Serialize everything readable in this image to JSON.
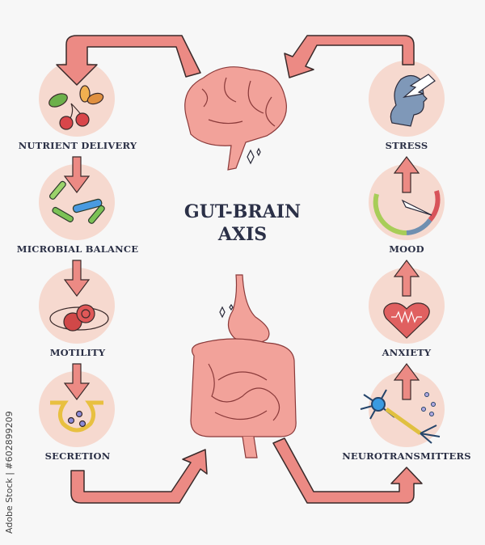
{
  "title": {
    "line1": "GUT-BRAIN",
    "line2": "AXIS"
  },
  "left_column": [
    {
      "label": "NUTRIENT DELIVERY",
      "icon": "cherries-leaves-icon"
    },
    {
      "label": "MICROBIAL BALANCE",
      "icon": "bacteria-icon"
    },
    {
      "label": "MOTILITY",
      "icon": "food-bolus-icon"
    },
    {
      "label": "SECRETION",
      "icon": "secretion-gland-icon"
    }
  ],
  "right_column": [
    {
      "label": "STRESS",
      "icon": "head-lightning-icon"
    },
    {
      "label": "MOOD",
      "icon": "mood-gauge-icon"
    },
    {
      "label": "ANXIETY",
      "icon": "heart-pulse-icon"
    },
    {
      "label": "NEUROTRANSMITTERS",
      "icon": "neuron-icon"
    }
  ],
  "center": {
    "top": "brain-icon",
    "bottom": "digestive-system-icon"
  },
  "watermark": "Adobe Stock | #602899209",
  "colors": {
    "arrow": "#ec8a84",
    "circle": "#f6d9cf",
    "outline": "#2b2b3a",
    "text": "#2a2f45",
    "organ": "#f2a29a"
  }
}
